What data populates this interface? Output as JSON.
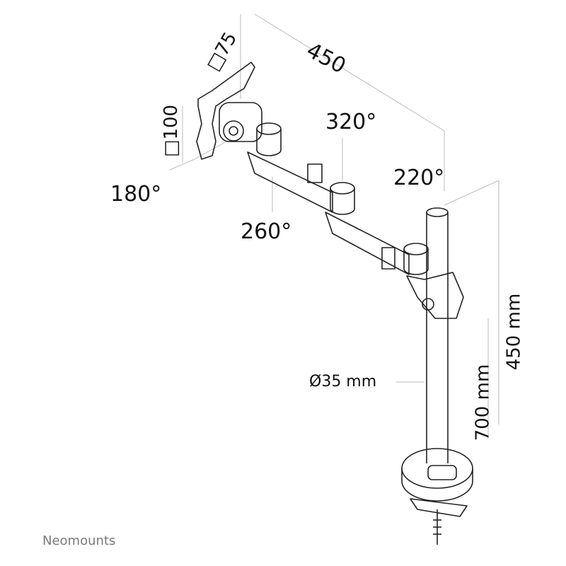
{
  "labels": {
    "vesa_small": "□75",
    "vesa_large": "□100",
    "arm_length": "450",
    "rot_320": "320°",
    "rot_220": "220°",
    "rot_180": "180°",
    "rot_260": "260°",
    "pole_diameter": "Ø35 mm",
    "pole_height": "700 mm",
    "max_height": "450 mm"
  },
  "brand": "Neomounts",
  "colors": {
    "line": "#222222",
    "dim_line": "#bbbbbb",
    "brand": "#7a7a7a"
  }
}
